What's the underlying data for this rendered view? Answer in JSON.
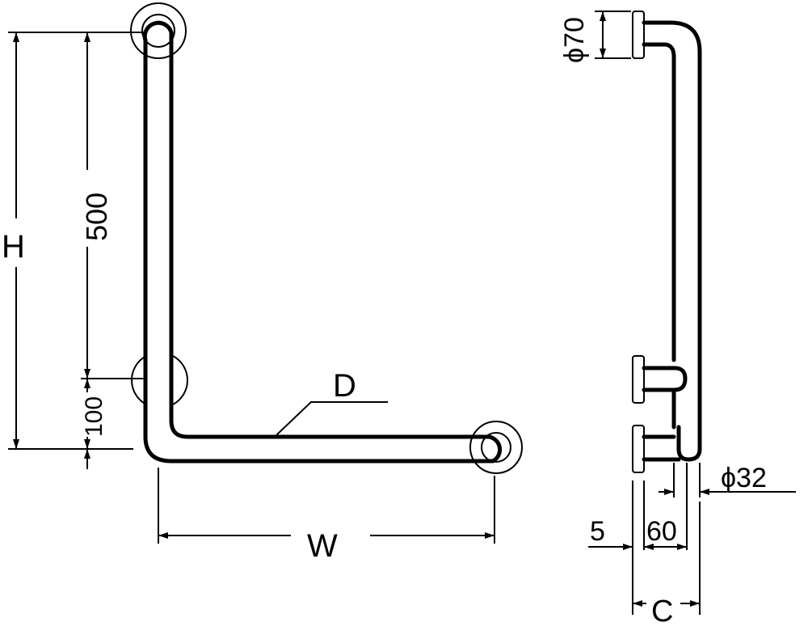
{
  "labels": {
    "height": "H",
    "dim_500": "500",
    "dim_100": "100",
    "width": "W",
    "diameter_d": "D",
    "flange_dia": "ϕ70",
    "pipe_dia": "ϕ32",
    "dim_5": "5",
    "dim_60": "60",
    "depth": "C"
  },
  "colors": {
    "line": "#000000",
    "background": "#ffffff"
  }
}
